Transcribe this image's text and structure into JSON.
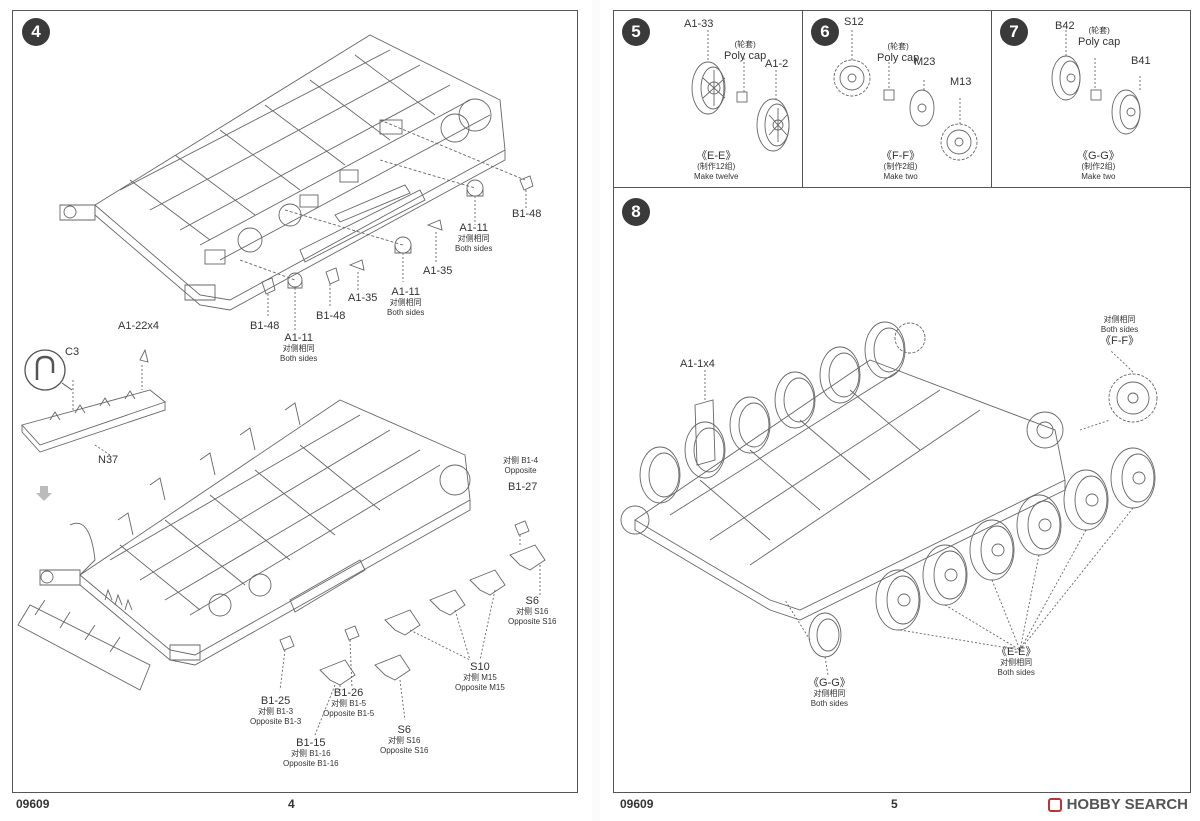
{
  "left_page": {
    "page_code": "09609",
    "page_number": "4",
    "step4": {
      "badge": "4",
      "labels": {
        "b148_right": "B1-48",
        "a111_right": "A1-11",
        "a111_right_cn": "对侧相同",
        "a111_right_en": "Both sides",
        "a135_right": "A1-35",
        "a111_mid": "A1-11",
        "a111_mid_cn": "对侧相同",
        "a111_mid_en": "Both sides",
        "a135_mid": "A1-35",
        "b148_mid": "B1-48",
        "b148_left": "B1-48",
        "a111_left": "A1-11",
        "a111_left_cn": "对侧相同",
        "a111_left_en": "Both sides"
      }
    },
    "sub_assembly": {
      "a122": "A1-22x4",
      "c3": "C3",
      "n37": "N37"
    },
    "step4b": {
      "b14_cn": "对侧 B1-4",
      "b14_en": "Opposite",
      "b127": "B1-27",
      "s6_top": "S6",
      "s6_top_cn": "对侧 S16",
      "s6_top_en": "Opposite S16",
      "s10": "S10",
      "s10_cn": "对侧 M15",
      "s10_en": "Opposite M15",
      "b125": "B1-25",
      "b125_cn": "对侧 B1-3",
      "b125_en": "Opposite B1-3",
      "b126": "B1-26",
      "b126_cn": "对侧 B1-5",
      "b126_en": "Opposite B1-5",
      "b115": "B1-15",
      "b115_cn": "对侧 B1-16",
      "b115_en": "Opposite B1-16",
      "s6_bot": "S6",
      "s6_bot_cn": "对侧 S16",
      "s6_bot_en": "Opposite S16"
    }
  },
  "right_page": {
    "page_code": "09609",
    "page_number": "5",
    "step5": {
      "badge": "5",
      "a133": "A1-33",
      "poly_cn": "(轮套)",
      "poly_en": "Poly cap",
      "a12": "A1-2",
      "caption": "《E-E》",
      "caption_cn": "(制作12组)",
      "caption_en": "Make twelve"
    },
    "step6": {
      "badge": "6",
      "s12": "S12",
      "poly_cn": "(轮套)",
      "poly_en": "Poly cap",
      "m23": "M23",
      "m13": "M13",
      "caption": "《F-F》",
      "caption_cn": "(制作2组)",
      "caption_en": "Make two"
    },
    "step7": {
      "badge": "7",
      "b42": "B42",
      "poly_cn": "(轮套)",
      "poly_en": "Poly cap",
      "b41": "B41",
      "caption": "《G-G》",
      "caption_cn": "(制作2组)",
      "caption_en": "Make two"
    },
    "step8": {
      "badge": "8",
      "a11x4": "A1-1x4",
      "ff_cn": "对侧相同",
      "ff_en": "Both sides",
      "ff": "《F-F》",
      "ee": "《E-E》",
      "ee_cn": "对侧相同",
      "ee_en": "Both sides",
      "gg": "《G-G》",
      "gg_cn": "对侧相同",
      "gg_en": "Both sides"
    },
    "watermark": "HOBBY SEARCH"
  }
}
